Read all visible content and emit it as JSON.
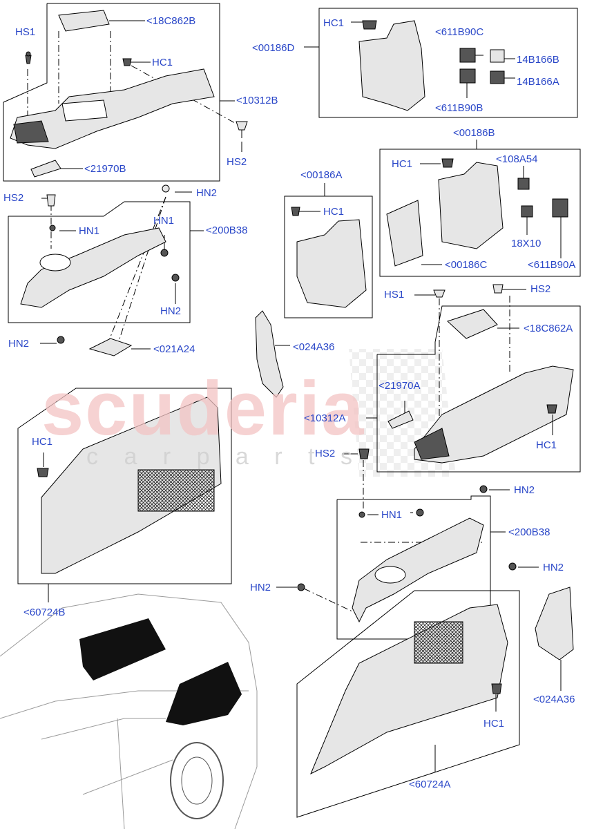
{
  "watermark": {
    "main": "scuderia",
    "sub": "c a r   p a r t s"
  },
  "callouts": {
    "top_left": {
      "hs1": "HS1",
      "c18c862b": "<18C862B",
      "hc1": "HC1",
      "c10312b": "<10312B",
      "hs2": "HS2",
      "c21970b": "<21970B"
    },
    "top_right": {
      "hc1": "HC1",
      "c00186d": "<00186D",
      "c611b90c": "<611B90C",
      "c14b166b": "14B166B",
      "c14b166a": "14B166A",
      "c611b90b": "<611B90B"
    },
    "mid_left": {
      "hs2": "HS2",
      "hn2_top": "HN2",
      "hn1_a": "HN1",
      "hn1_b": "HN1",
      "c200b38": "<200B38",
      "hn2_mid": "HN2",
      "hn2_bot": "HN2",
      "c021a24": "<021A24"
    },
    "mid_center": {
      "c00186a": "<00186A",
      "hc1": "HC1",
      "c024a36": "<024A36"
    },
    "mid_right": {
      "c00186b": "<00186B",
      "hc1": "HC1",
      "c108a54": "<108A54",
      "c18x10": "18X10",
      "c00186c": "<00186C",
      "c611b90a": "<611B90A"
    },
    "lower_right": {
      "hs1": "HS1",
      "hs2": "HS2",
      "c18c862a": "<18C862A",
      "c21970a": "<21970A",
      "c10312a": "<10312A",
      "hc1": "HC1"
    },
    "lower_left": {
      "hc1": "HC1",
      "c60724b": "<60724B"
    },
    "bottom_center": {
      "hs2": "HS2",
      "hn1": "HN1",
      "hn2_a": "HN2",
      "c200b38": "<200B38",
      "hn2_b": "HN2",
      "hn2_c": "HN2"
    },
    "bottom_right": {
      "c024a36": "<024A36",
      "hc1": "HC1",
      "c60724a": "<60724A"
    }
  },
  "colors": {
    "label": "#2a47c8",
    "line": "#000000",
    "part_fill": "#e6e6e6",
    "part_dark": "#555555",
    "watermark": "#f3c4c4"
  }
}
